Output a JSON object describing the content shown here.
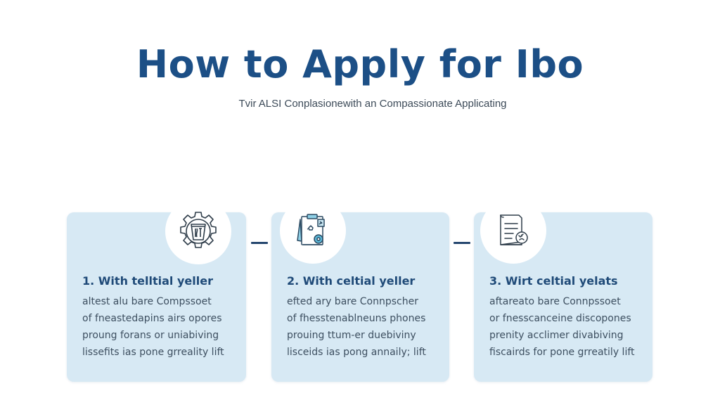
{
  "header": {
    "title": "How to Apply for Ibo",
    "subtitle": "Tvir ALSI Conplasionewith an Compassionate Applicating"
  },
  "steps": [
    {
      "icon": "gear-bucket-icon",
      "heading": "1. With telltial yeller",
      "lines": [
        "altest alu bare Compssoet",
        "of fneastedapins airs opores",
        "proung forans or uniabiving",
        "lissefits ias pone grreality lift"
      ]
    },
    {
      "icon": "clipboard-document-icon",
      "heading": "2. With celtial yeller",
      "lines": [
        "efted ary bare Connpscher",
        "of fhesstenablneuns phones",
        "prouing ttum-er duebiviny",
        "lisceids ias pong annaily; lift"
      ]
    },
    {
      "icon": "document-check-icon",
      "heading": "3. Wirt celtial yelats",
      "lines": [
        "aftareato bare Connpssoet",
        "or fnesscanceine discopones",
        "prenity acclimer divabiving",
        "fiscairds for pone grreatily lift"
      ]
    }
  ],
  "colors": {
    "title": "#1c4f86",
    "card_bg": "#d7e9f4",
    "heading": "#1f4a78",
    "body_text": "#3d4f60",
    "connector": "#24466e",
    "icon_accent": "#5ab8d8"
  }
}
